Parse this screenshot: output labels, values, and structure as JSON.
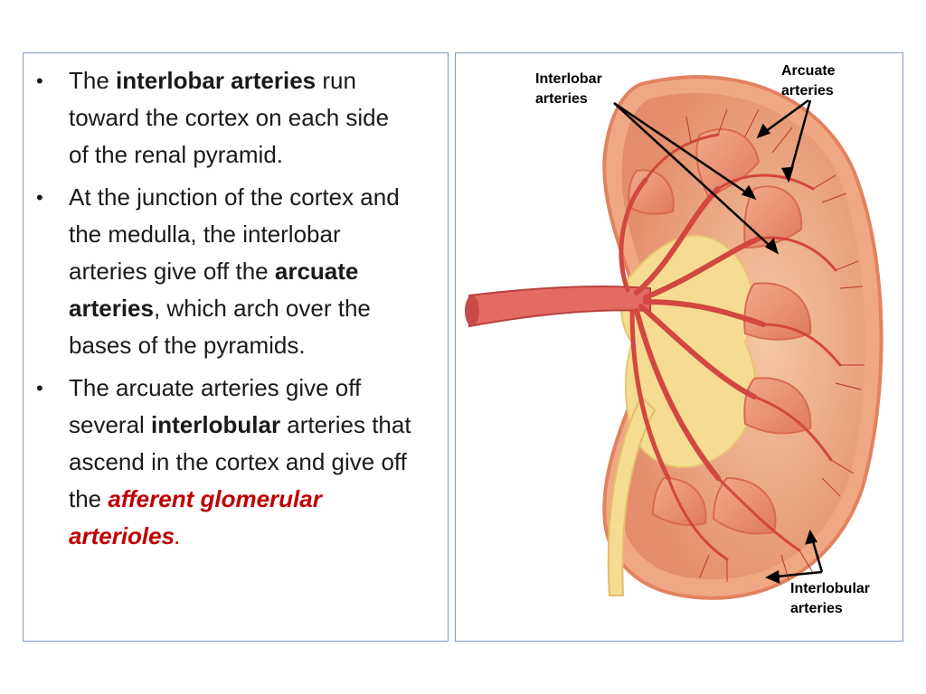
{
  "bullets": [
    {
      "parts": [
        {
          "text": "The ",
          "style": "normal"
        },
        {
          "text": "interlobar arteries",
          "style": "bold"
        },
        {
          "text": " run toward the cortex on each side of the renal pyramid.",
          "style": "normal"
        }
      ]
    },
    {
      "parts": [
        {
          "text": "At the junction of the cortex and the medulla, the interlobar arteries give off the ",
          "style": "normal"
        },
        {
          "text": "arcuate arteries",
          "style": "bold"
        },
        {
          "text": ", which arch over the bases of the pyramids.",
          "style": "normal"
        }
      ]
    },
    {
      "parts": [
        {
          "text": "The arcuate arteries give off several ",
          "style": "normal"
        },
        {
          "text": "interlobular",
          "style": "bold"
        },
        {
          "text": " arteries that ascend in the cortex and give off the ",
          "style": "normal"
        },
        {
          "text": "afferent glomerular arterioles",
          "style": "red-bold-italic"
        },
        {
          "text": ".",
          "style": "red-italic"
        }
      ]
    }
  ],
  "figure": {
    "labels": {
      "interlobar_1": "Interlobar",
      "interlobar_2": "arteries",
      "arcuate_1": "Arcuate",
      "arcuate_2": "arteries",
      "interlobular_1": "Interlobular",
      "interlobular_2": "arteries"
    }
  },
  "colors": {
    "panel_border": "#7f9bc4",
    "text": "#1a1a1a",
    "emphasis_red": "#c00000",
    "artery_red": "#d9534f",
    "cortex": "#e89a7a",
    "medulla_yellow": "#f5d98a",
    "capsule": "#f0b59a"
  }
}
